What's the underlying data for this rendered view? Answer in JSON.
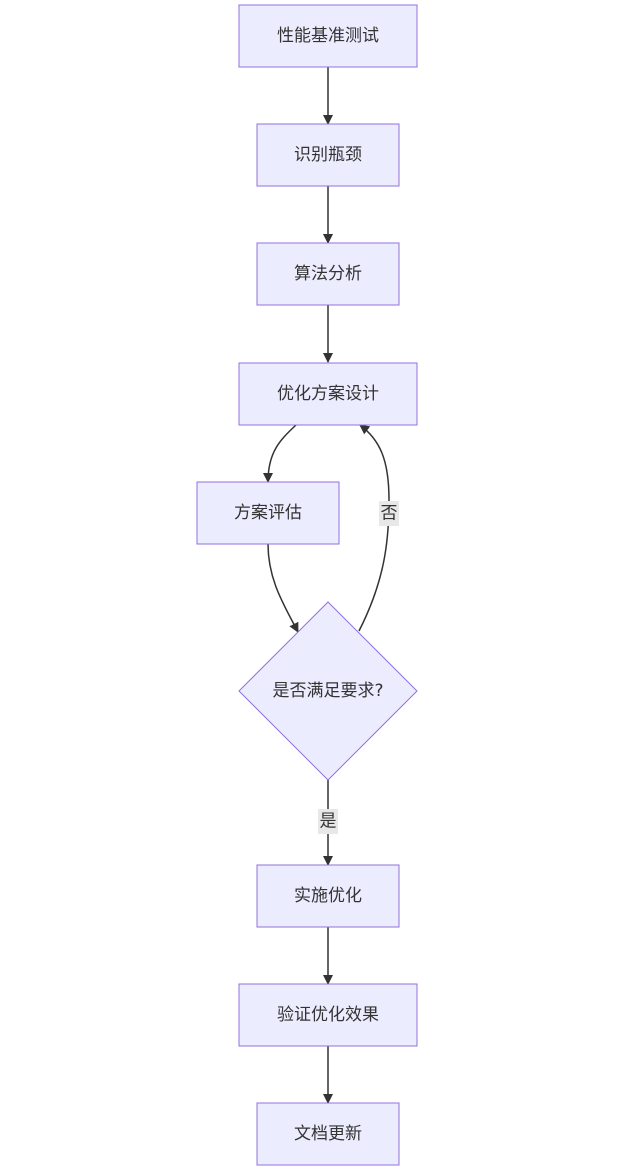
{
  "diagram": {
    "type": "flowchart",
    "colors": {
      "node_fill": "#ECECFF",
      "node_stroke": "#9370DB",
      "edge": "#333333",
      "edge_label_bg": "#e8e8e8",
      "text": "#333333"
    },
    "nodes": {
      "benchmark": "性能基准测试",
      "identify": "识别瓶颈",
      "algorithm": "算法分析",
      "design": "优化方案设计",
      "evaluate": "方案评估",
      "decision": "是否满足要求?",
      "implement": "实施优化",
      "verify": "验证优化效果",
      "docs": "文档更新"
    },
    "edges": [
      {
        "from": "benchmark",
        "to": "identify",
        "label": ""
      },
      {
        "from": "identify",
        "to": "algorithm",
        "label": ""
      },
      {
        "from": "algorithm",
        "to": "design",
        "label": ""
      },
      {
        "from": "design",
        "to": "evaluate",
        "label": ""
      },
      {
        "from": "evaluate",
        "to": "decision",
        "label": ""
      },
      {
        "from": "decision",
        "to": "design",
        "label": "否"
      },
      {
        "from": "decision",
        "to": "implement",
        "label": "是"
      },
      {
        "from": "implement",
        "to": "verify",
        "label": ""
      },
      {
        "from": "verify",
        "to": "docs",
        "label": ""
      }
    ],
    "edge_labels": {
      "no": "否",
      "yes": "是"
    }
  }
}
